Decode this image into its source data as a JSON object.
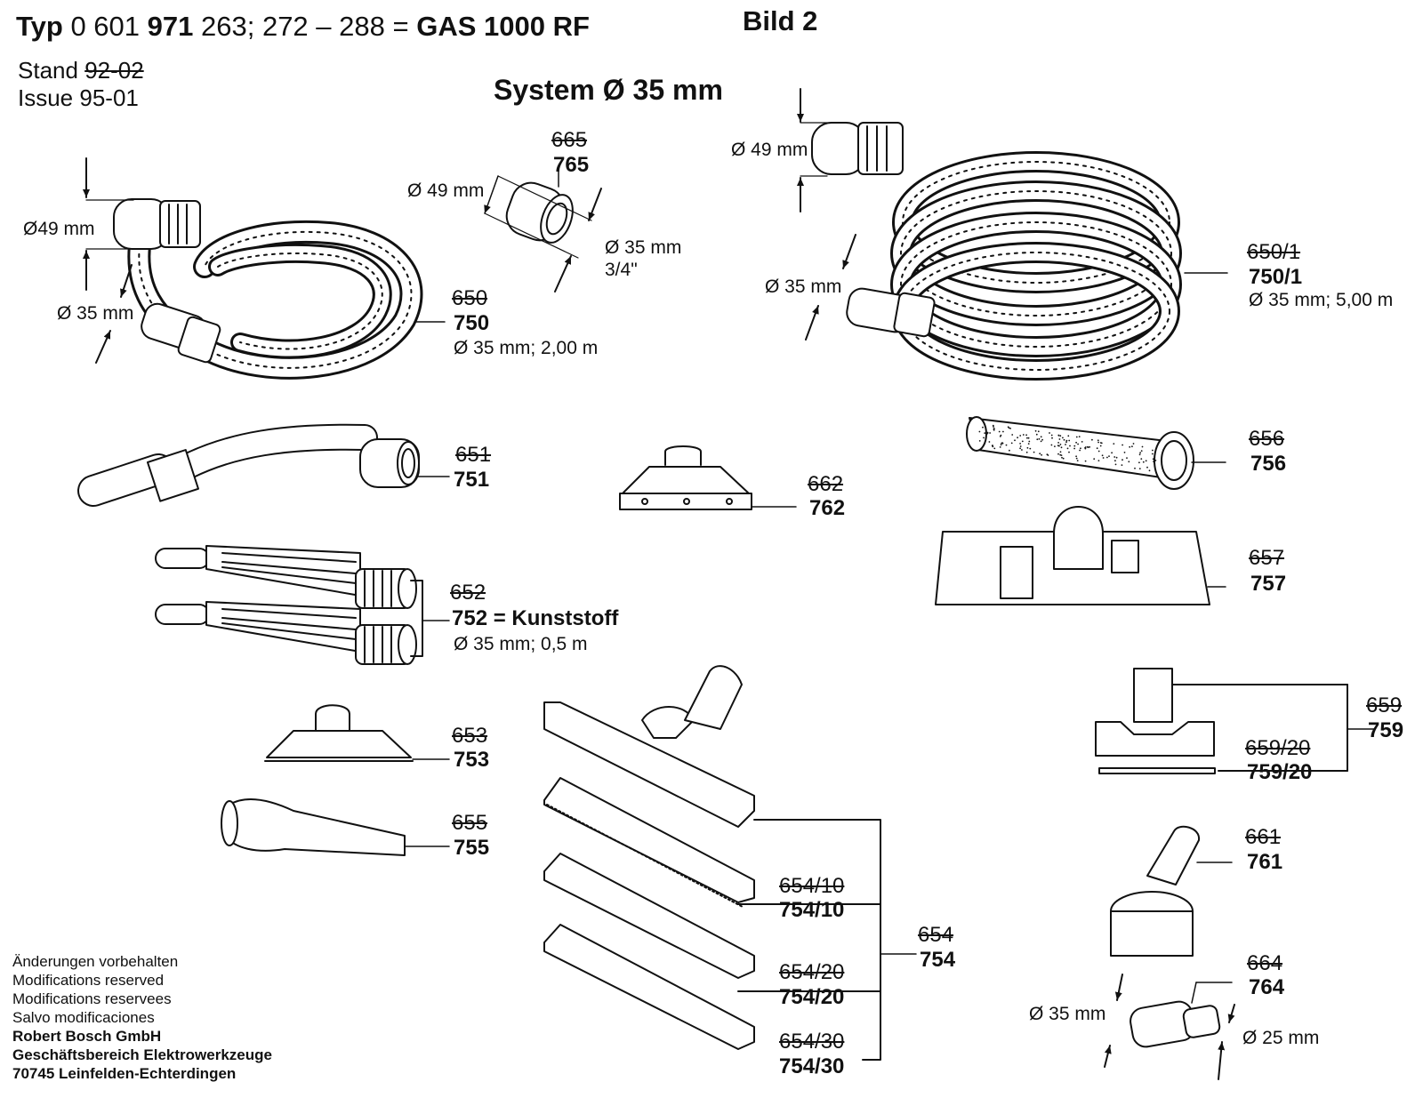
{
  "header": {
    "typ_label": "Typ",
    "typ_prefix": "0 601",
    "typ_bold": "971",
    "typ_range": "263; 272 – 288",
    "equals": "=",
    "model": "GAS  1000 RF",
    "bild": "Bild 2",
    "stand_label": "Stand",
    "stand_old": "92-02",
    "issue_label": "Issue",
    "issue_value": "95-01",
    "system": "System Ø 35 mm"
  },
  "parts": [
    {
      "old": "665",
      "new": "765"
    },
    {
      "old": "650",
      "new": "750",
      "spec": "Ø 35 mm; 2,00 m"
    },
    {
      "old": "650/1",
      "new": "750/1",
      "spec": "Ø 35 mm; 5,00 m"
    },
    {
      "old": "651",
      "new": "751"
    },
    {
      "old": "662",
      "new": "762"
    },
    {
      "old": "656",
      "new": "756"
    },
    {
      "old": "657",
      "new": "757"
    },
    {
      "old": "652",
      "new": "752",
      "material": "= Kunststoff",
      "spec": "Ø 35 mm; 0,5 m"
    },
    {
      "old": "653",
      "new": "753"
    },
    {
      "old": "655",
      "new": "755"
    },
    {
      "old": "659",
      "new": "759"
    },
    {
      "old": "659/20",
      "new": "759/20"
    },
    {
      "old": "661",
      "new": "761"
    },
    {
      "old": "664",
      "new": "764"
    },
    {
      "old": "654/10",
      "new": "754/10"
    },
    {
      "old": "654",
      "new": "754"
    },
    {
      "old": "654/20",
      "new": "754/20"
    },
    {
      "old": "654/30",
      "new": "754/30"
    }
  ],
  "dims": {
    "d49_hose": "Ø49 mm",
    "d35_hose": "Ø 35 mm",
    "d49_adapter": "Ø 49 mm",
    "d35_adapter": "Ø 35 mm",
    "inch_adapter": "3/4\"",
    "d49_longhose": "Ø 49 mm",
    "d35_longhose": "Ø 35 mm",
    "d35_reducer": "Ø 35 mm",
    "d25_reducer": "Ø 25 mm"
  },
  "footer": {
    "lines": [
      "Änderungen vorbehalten",
      "Modifications reserved",
      "Modifications reservees",
      "Salvo modificaciones"
    ],
    "company": [
      "Robert Bosch GmbH",
      "Geschäftsbereich Elektrowerkzeuge",
      "70745 Leinfelden-Echterdingen"
    ]
  }
}
